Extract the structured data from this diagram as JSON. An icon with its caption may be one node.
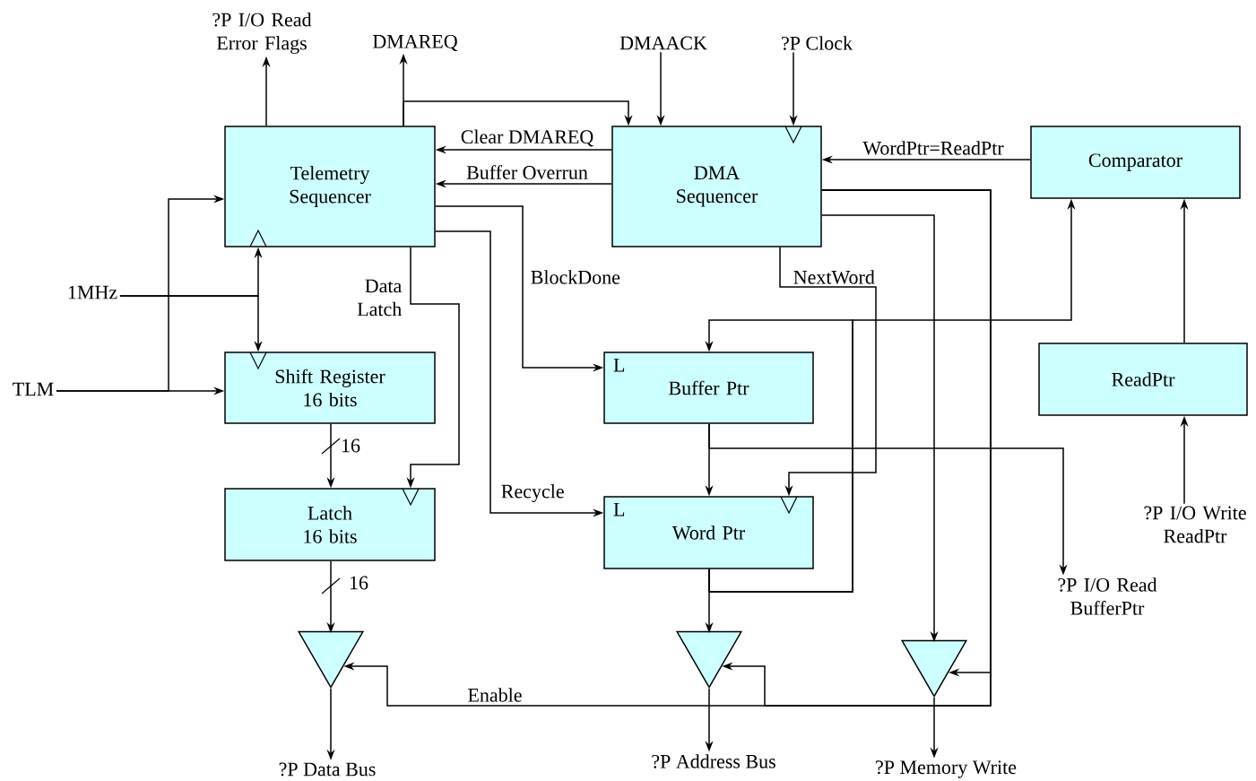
{
  "diagram": {
    "nodes": [
      {
        "text": [
          "Telemetry Sequencer"
        ]
      },
      {
        "text": [
          "DMA Sequencer"
        ]
      },
      {
        "text": [
          "Comparator"
        ]
      },
      {
        "text": [
          "Shift Register 16 bits"
        ]
      },
      {
        "text": [
          "L",
          "Buffer Ptr"
        ]
      },
      {
        "text": [
          "ReadPtr"
        ]
      },
      {
        "text": [
          "Latch 16 bits"
        ]
      },
      {
        "text": [
          "L",
          "Word Ptr"
        ]
      },
      {
        "text": [],
        "shape": "triangle"
      },
      {
        "text": [],
        "shape": "triangle"
      },
      {
        "text": [],
        "shape": "triangle"
      },
      {
        "text": [
          "?P I/O Read Error Flags"
        ]
      },
      {
        "text": [
          "DMAREQ"
        ]
      },
      {
        "text": [
          "DMAACK"
        ]
      },
      {
        "text": [
          "?P Clock"
        ]
      },
      {
        "text": [
          "1MHz"
        ]
      },
      {
        "text": [
          "TLM"
        ]
      },
      {
        "text": [
          "?P I/O Read BufferPtr"
        ]
      },
      {
        "text": [
          "?P I/O Write ReadPtr"
        ]
      },
      {
        "text": [
          "?P Data Bus"
        ]
      },
      {
        "text": [
          "?P Address Bus"
        ]
      },
      {
        "text": [
          "?P Memory Write"
        ]
      }
    ],
    "edges": [
      {
        "from": 0,
        "to": 11,
        "arrow": "to"
      },
      {
        "from": 0,
        "to": 12,
        "arrow": "to"
      },
      {
        "from": 0,
        "to": 1,
        "arrow": "to"
      },
      {
        "from": 13,
        "to": 1,
        "arrow": "to"
      },
      {
        "from": 14,
        "to": 1,
        "arrow": "to"
      },
      {
        "from": 1,
        "to": 0,
        "arrow": "to",
        "label": "Clear DMAREQ"
      },
      {
        "from": 1,
        "to": 0,
        "arrow": "to",
        "label": "Buffer Overrun"
      },
      {
        "from": 2,
        "to": 1,
        "arrow": "to",
        "label": "WordPtr=ReadPtr"
      },
      {
        "from": 15,
        "to": 0,
        "arrow": "to"
      },
      {
        "from": 15,
        "to": 3,
        "arrow": "to"
      },
      {
        "from": 16,
        "to": 3,
        "arrow": "to"
      },
      {
        "from": 16,
        "to": 0,
        "arrow": "to"
      },
      {
        "from": 0,
        "to": 6,
        "arrow": "to",
        "label": "Data Latch"
      },
      {
        "from": 0,
        "to": 4,
        "arrow": "to",
        "label": "BlockDone"
      },
      {
        "from": 0,
        "to": 7,
        "arrow": "to",
        "label": "Recycle"
      },
      {
        "from": 3,
        "to": 6,
        "arrow": "to"
      },
      {
        "from": 6,
        "to": 8,
        "arrow": "to"
      },
      {
        "from": 8,
        "to": 19,
        "arrow": "to"
      },
      {
        "from": 4,
        "to": 7,
        "arrow": "to"
      },
      {
        "from": 4,
        "to": 17,
        "arrow": "to"
      },
      {
        "from": 7,
        "to": 9,
        "arrow": "to"
      },
      {
        "from": 9,
        "to": 20,
        "arrow": "to"
      },
      {
        "from": 10,
        "to": 21,
        "arrow": "to"
      },
      {
        "from": 1,
        "to": 7,
        "arrow": "to",
        "label": "NextWord"
      },
      {
        "from": 7,
        "to": 2,
        "arrow": "to"
      },
      {
        "from": 7,
        "to": 4,
        "arrow": "to"
      },
      {
        "from": 1,
        "to": 10,
        "arrow": "to"
      },
      {
        "from": 1,
        "to": 8,
        "arrow": "to",
        "label": "Enable"
      },
      {
        "from": 1,
        "to": 9,
        "arrow": "to"
      },
      {
        "from": 1,
        "to": 10,
        "arrow": "to"
      },
      {
        "from": 5,
        "to": 2,
        "arrow": "to"
      },
      {
        "from": 18,
        "to": 5,
        "arrow": "to"
      }
    ],
    "labels": [
      "16",
      "16"
    ]
  }
}
